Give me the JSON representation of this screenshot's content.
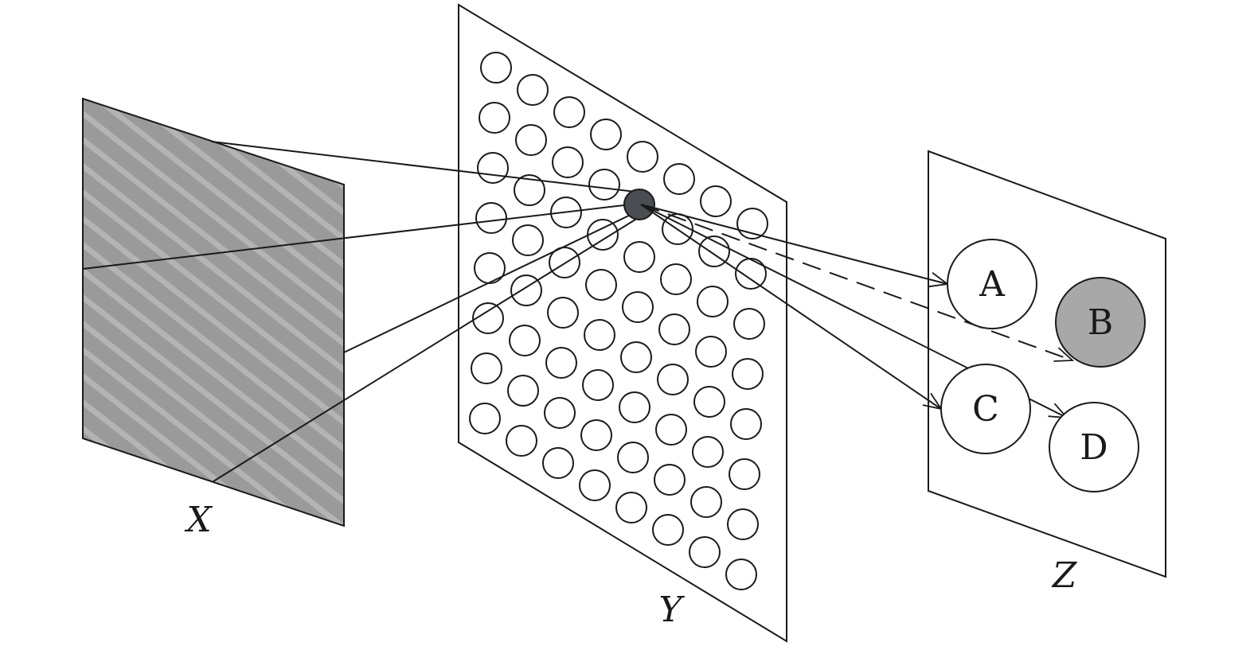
{
  "labels": {
    "plane_x": "X",
    "plane_y": "Y",
    "plane_z": "Z"
  },
  "output_nodes": [
    {
      "id": "a",
      "label": "A",
      "active": false
    },
    {
      "id": "b",
      "label": "B",
      "active": true
    },
    {
      "id": "c",
      "label": "C",
      "active": false
    },
    {
      "id": "d",
      "label": "D",
      "active": false
    }
  ],
  "colors": {
    "stroke": "#1a1a1a",
    "plane_x_fill": "#9a9a9a",
    "plane_x_stripe": "#b4b4b4",
    "active_unit": "#4a4d52",
    "active_output": "#a8a8a8",
    "background": "#ffffff"
  }
}
